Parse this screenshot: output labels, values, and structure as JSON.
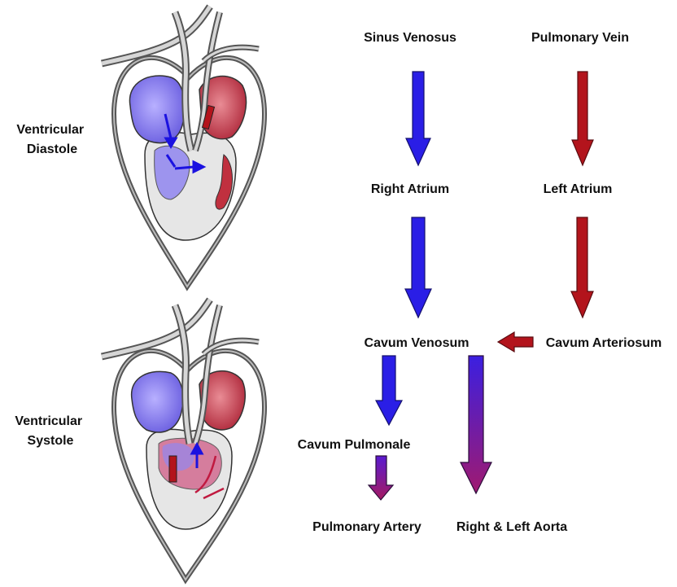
{
  "illustrations": {
    "diastole_label": [
      "Ventricular",
      "Diastole"
    ],
    "systole_label": [
      "Ventricular",
      "Systole"
    ]
  },
  "nodes": {
    "sinus_venosus": "Sinus Venosus",
    "pulmonary_vein": "Pulmonary Vein",
    "right_atrium": "Right Atrium",
    "left_atrium": "Left Atrium",
    "cavum_venosum": "Cavum Venosum",
    "cavum_arteriosum": "Cavum Arteriosum",
    "cavum_pulmonale": "Cavum Pulmonale",
    "pulmonary_artery": "Pulmonary Artery",
    "aorta": "Right & Left Aorta"
  },
  "colors": {
    "deoxygenated": "#2a1ee6",
    "oxygenated": "#b3141c",
    "mixed": "#8a1fa0",
    "outline": "#222222"
  }
}
